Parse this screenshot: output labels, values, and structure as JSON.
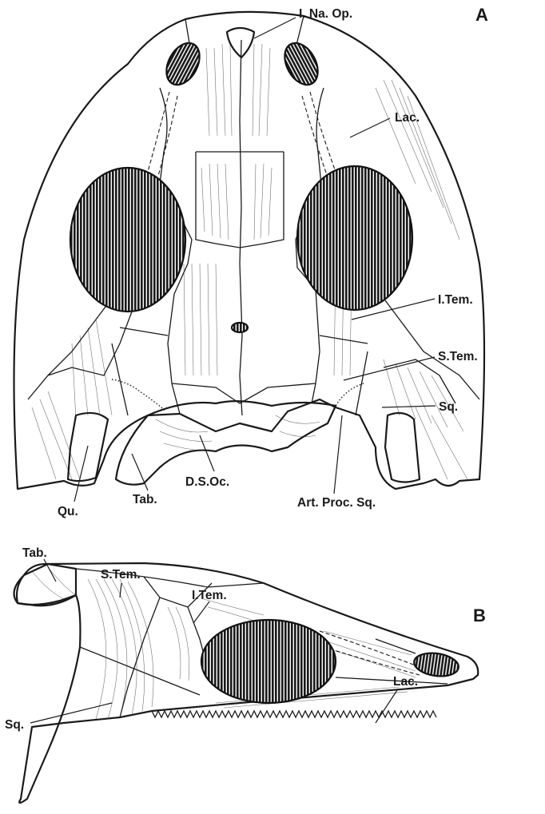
{
  "panels": {
    "a": {
      "letter": "A",
      "labels": {
        "i_na_op": "I. Na. Op.",
        "lac": "Lac.",
        "i_tem": "I.Tem.",
        "s_tem": "S.Tem.",
        "sq": "Sq.",
        "qu": "Qu.",
        "tab": "Tab.",
        "d_s_oc": "D.S.Oc.",
        "art_proc_sq": "Art. Proc. Sq."
      }
    },
    "b": {
      "letter": "B",
      "labels": {
        "tab": "Tab.",
        "s_tem": "S.Tem.",
        "i_tem": "I.Tem.",
        "lac": "Lac.",
        "sq": "Sq."
      }
    }
  }
}
